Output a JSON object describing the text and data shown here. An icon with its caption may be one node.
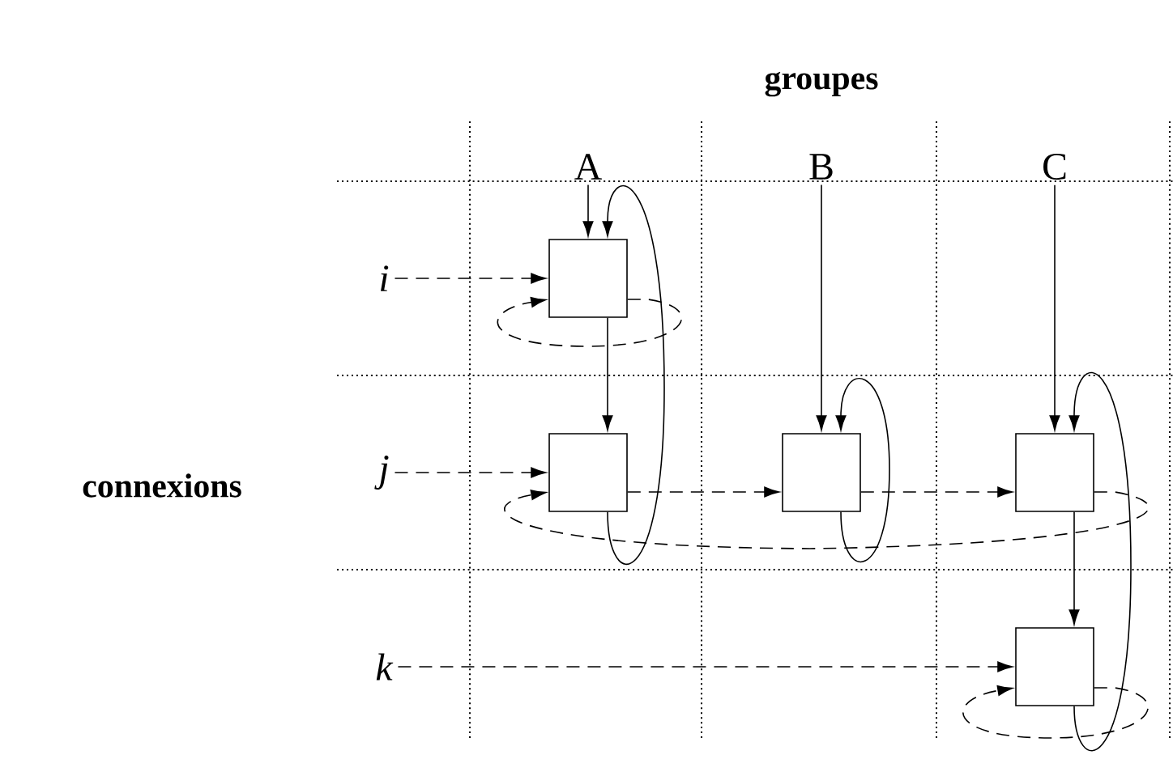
{
  "diagram": {
    "nodes": [
      {
        "text": [
          "A"
        ]
      },
      {
        "text": [
          "B"
        ]
      },
      {
        "text": [
          "C"
        ]
      },
      {
        "text": [
          "i"
        ]
      },
      {
        "text": [
          "j"
        ]
      },
      {
        "text": [
          "k"
        ]
      },
      {
        "text": [],
        "shape": "box"
      },
      {
        "text": [],
        "shape": "box"
      },
      {
        "text": [],
        "shape": "box"
      },
      {
        "text": [],
        "shape": "box"
      },
      {
        "text": [],
        "shape": "box"
      }
    ],
    "edges": [
      {
        "from": 0,
        "to": 6,
        "arrow": "to"
      },
      {
        "from": 6,
        "to": 7,
        "arrow": "to"
      },
      {
        "from": 7,
        "to": 6,
        "arrow": "to"
      },
      {
        "from": 3,
        "to": 6,
        "arrow": "to",
        "style": "dashed"
      },
      {
        "from": 6,
        "to": 6,
        "arrow": "to",
        "style": "dashed"
      },
      {
        "from": 4,
        "to": 7,
        "arrow": "to",
        "style": "dashed"
      },
      {
        "from": 7,
        "to": 8,
        "arrow": "to",
        "style": "dashed"
      },
      {
        "from": 8,
        "to": 9,
        "arrow": "to",
        "style": "dashed"
      },
      {
        "from": 9,
        "to": 7,
        "arrow": "to",
        "style": "dashed"
      },
      {
        "from": 1,
        "to": 8,
        "arrow": "to"
      },
      {
        "from": 8,
        "to": 8,
        "arrow": "to"
      },
      {
        "from": 2,
        "to": 9,
        "arrow": "to"
      },
      {
        "from": 9,
        "to": 10,
        "arrow": "to"
      },
      {
        "from": 10,
        "to": 9,
        "arrow": "to"
      },
      {
        "from": 5,
        "to": 10,
        "arrow": "to",
        "style": "dashed"
      },
      {
        "from": 10,
        "to": 10,
        "arrow": "to",
        "style": "dashed"
      }
    ],
    "labels": [
      "groupes",
      "connexions"
    ]
  }
}
